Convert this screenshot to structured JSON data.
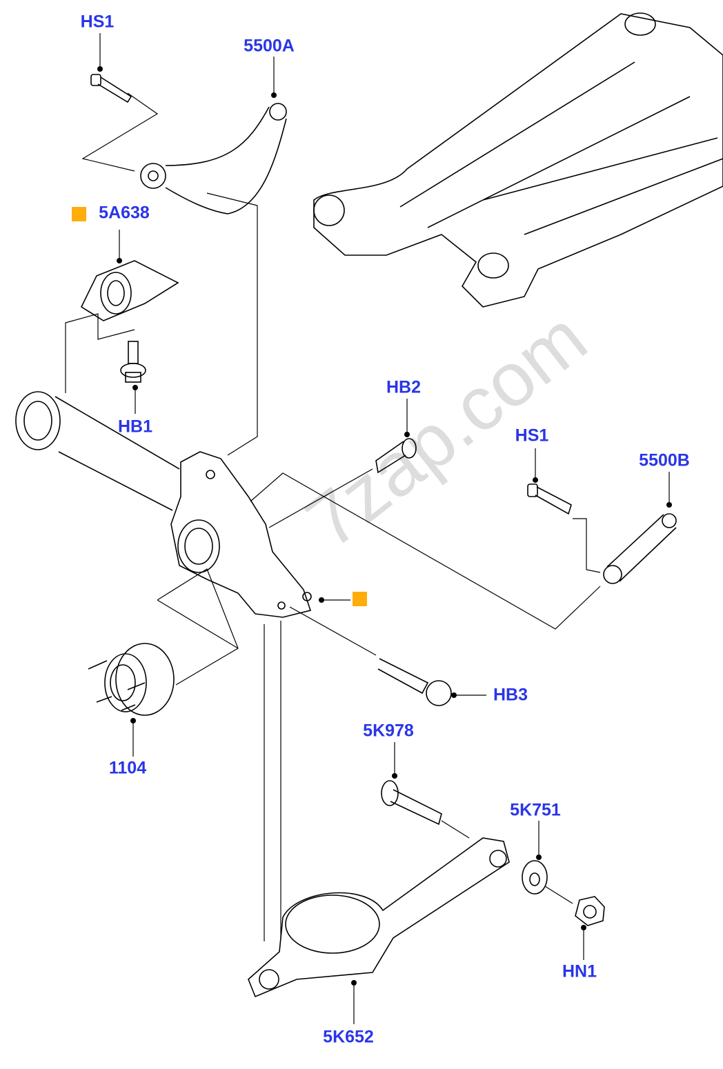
{
  "watermark": "7zap.com",
  "colors": {
    "label": "#2a35e8",
    "marker": "#ffad0a",
    "line": "#000000"
  },
  "callouts": [
    {
      "id": "hs1-top",
      "label": "HS1"
    },
    {
      "id": "5500a",
      "label": "5500A"
    },
    {
      "id": "5a638",
      "label": "5A638"
    },
    {
      "id": "hb1",
      "label": "HB1"
    },
    {
      "id": "hb2",
      "label": "HB2"
    },
    {
      "id": "hs1-right",
      "label": "HS1"
    },
    {
      "id": "5500b",
      "label": "5500B"
    },
    {
      "id": "hb3",
      "label": "HB3"
    },
    {
      "id": "1104",
      "label": "1104"
    },
    {
      "id": "5k978",
      "label": "5K978"
    },
    {
      "id": "5k751",
      "label": "5K751"
    },
    {
      "id": "hn1",
      "label": "HN1"
    },
    {
      "id": "5k652",
      "label": "5K652"
    }
  ]
}
